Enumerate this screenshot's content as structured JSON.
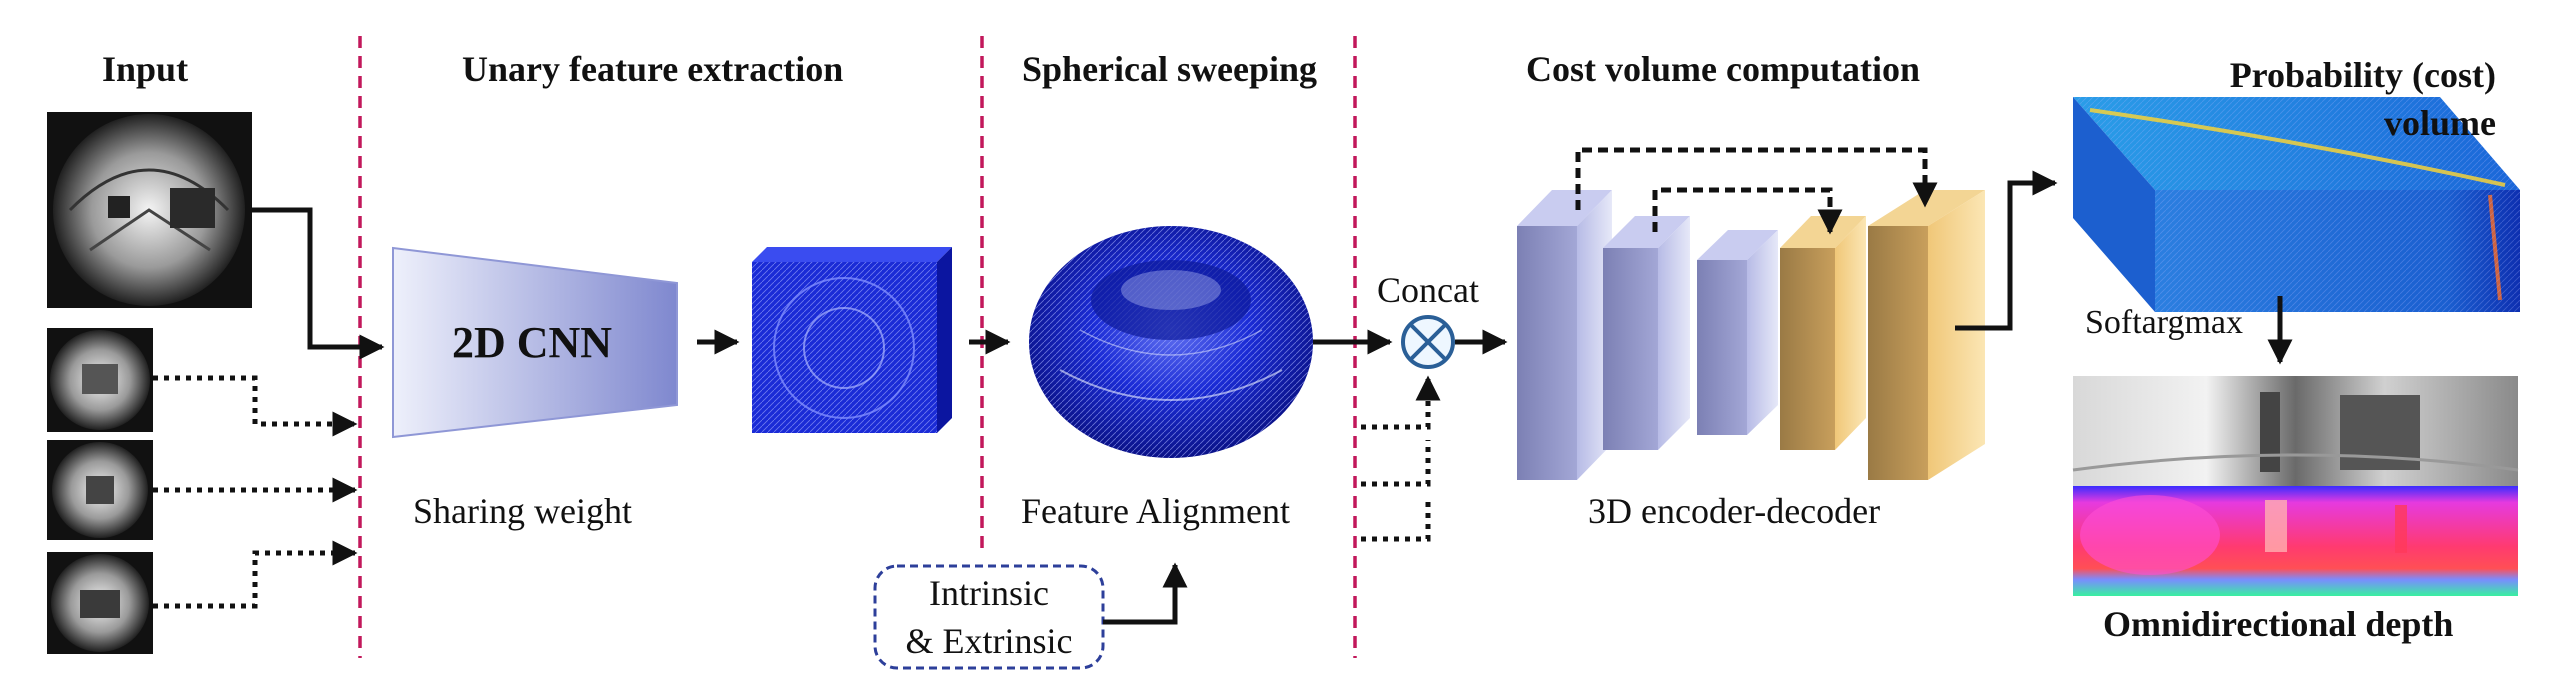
{
  "headers": {
    "input": "Input",
    "unary": "Unary feature extraction",
    "spherical": "Spherical sweeping",
    "cost": "Cost volume computation",
    "probability_line1": "Probability (cost)",
    "probability_line2": "volume"
  },
  "labels": {
    "cnn": "2D CNN",
    "sharing_weight": "Sharing weight",
    "feature_alignment": "Feature Alignment",
    "intrinsic_line1": "Intrinsic",
    "intrinsic_line2": "& Extrinsic",
    "concat": "Concat",
    "encoder_decoder": "3D encoder-decoder",
    "softargmax": "Softargmax",
    "omni_depth": "Omnidirectional depth"
  },
  "colors": {
    "divider": "#c2185b",
    "cnn_light": "#eef0fb",
    "cnn_dark": "#7f88cf",
    "encoder_block": "#8f93c2",
    "decoder_block": "#e6b75f",
    "feature_blue": "#1a2bd6",
    "concat_blue": "#2a5f97",
    "dashed_box": "#2d3f9a"
  }
}
